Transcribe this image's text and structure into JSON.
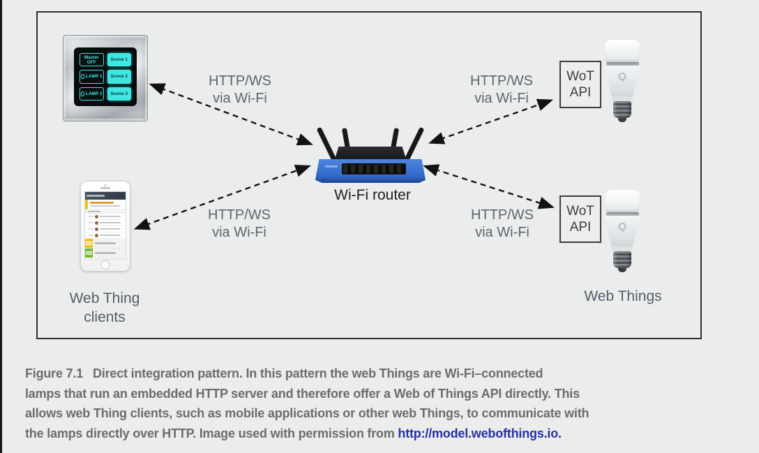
{
  "figure": {
    "link_label": {
      "line1": "HTTP/WS",
      "line2": "via Wi-Fi"
    },
    "router_label": "Wi-Fi router",
    "clients_label": {
      "line1": "Web Thing",
      "line2": "clients"
    },
    "things_label": "Web Things",
    "wot_api": {
      "line1": "WoT",
      "line2": "API"
    },
    "panel_buttons": {
      "master": "Master OFF",
      "lamp1": "LAMP 1",
      "lamp2": "LAMP 2",
      "scene1": "Scene 1",
      "scene2": "Scene 2",
      "scene3": "Scene 3"
    }
  },
  "caption": {
    "label": "Figure 7.1",
    "line1": "Direct integration pattern. In this pattern the web Things are Wi-Fi–connected",
    "line2": "lamps that run an embedded HTTP server and therefore offer a Web of Things API directly. This",
    "line3": "allows web Thing clients, such as mobile applications or other web Things, to communicate with",
    "line4_prefix": "the lamps directly over HTTP. Image used with permission from ",
    "link": "http://model.webofthings.io."
  },
  "colors": {
    "link_blue": "#2531a8",
    "caption_gray": "#6c6c6c",
    "label_gray": "#5d6470",
    "router_blue": "#2e6bd3",
    "panel_cyan": "#3fe6e2",
    "tile_yellow": "#f2c01d",
    "tile_green": "#79b935",
    "background": "#ebecec"
  }
}
